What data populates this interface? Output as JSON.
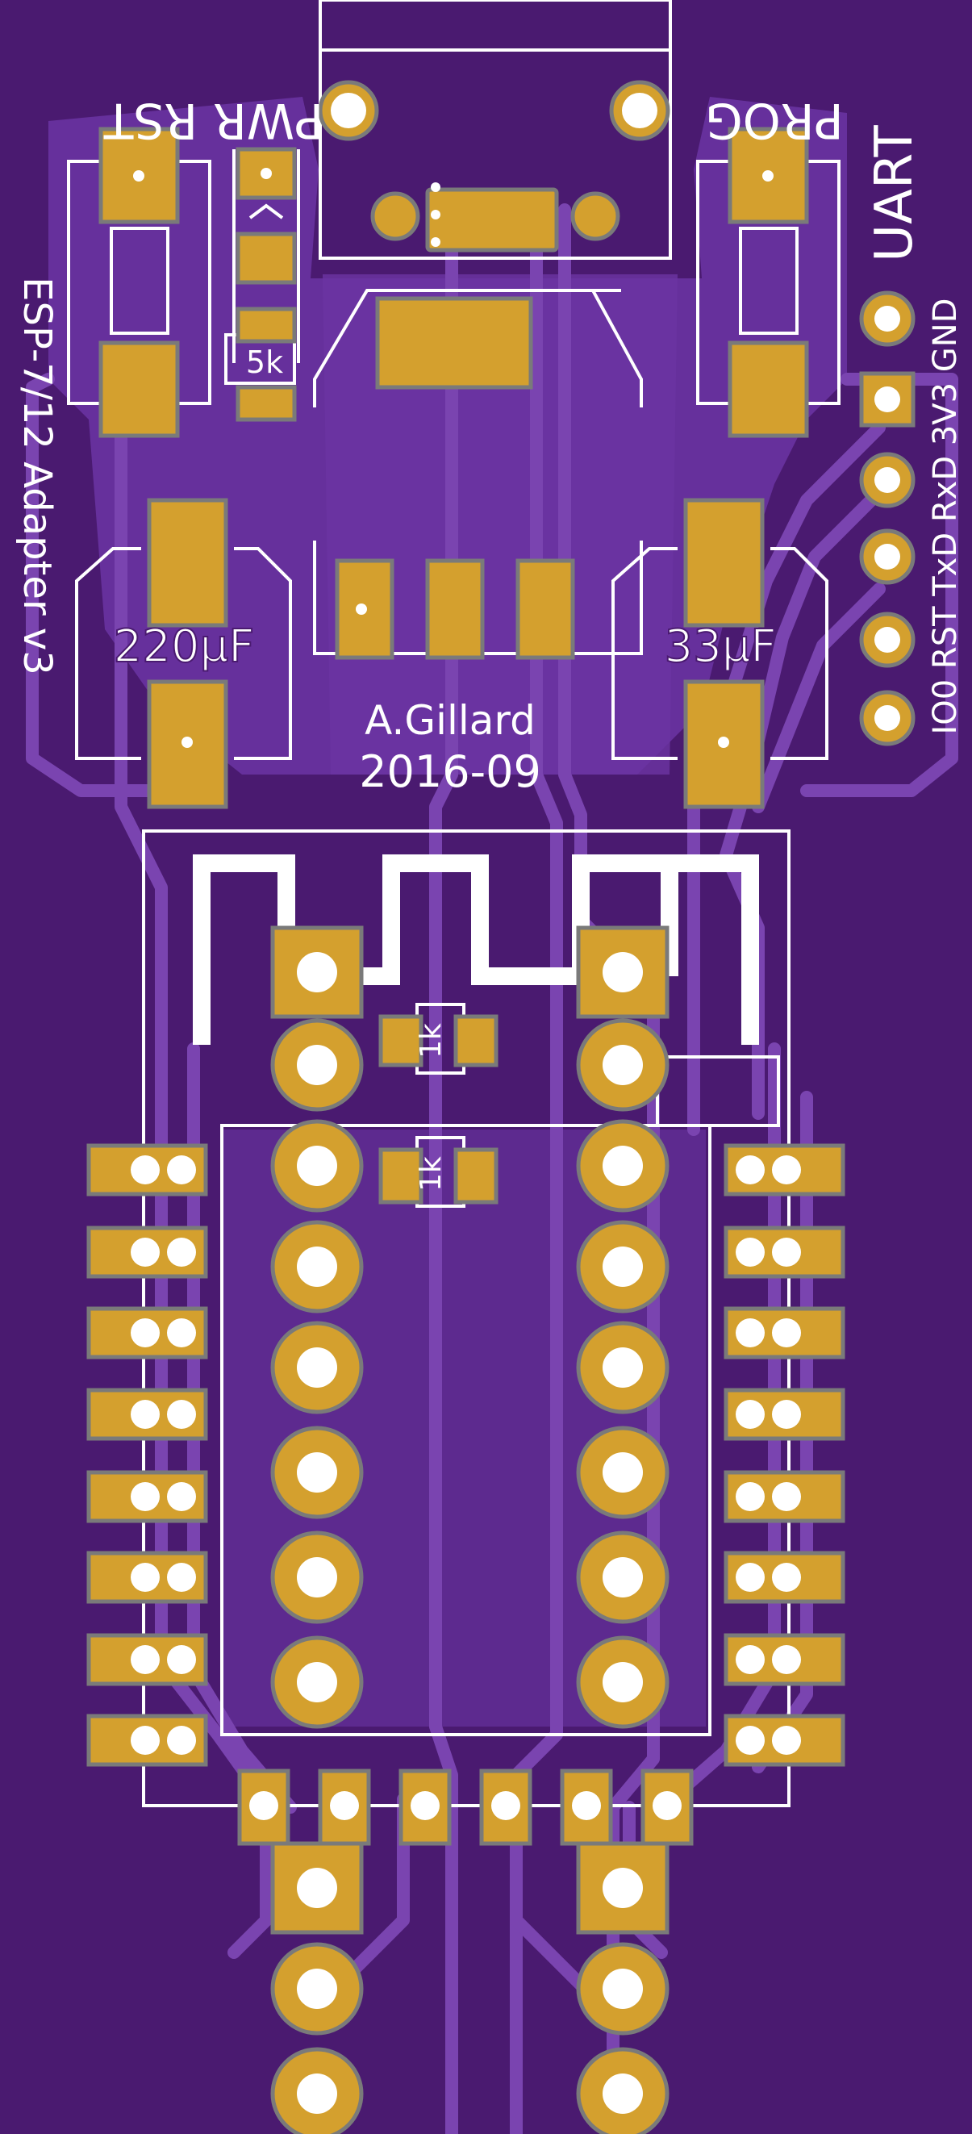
{
  "board": {
    "colors": {
      "soldermask": "#4a1a70",
      "pour": "#6b35a3",
      "trace": "#7a44b0",
      "copper": "#d4a02e",
      "silk": "#ffffff",
      "outline": "#7a7a7a"
    },
    "labels": {
      "pwr_rst": "PWR RST",
      "prog": "PROG",
      "uart": "UART",
      "title": "ESP-7/12 Adapter v3",
      "pin_labels": "IO0 RST TxD RxD 3V3 GND",
      "author": "A.Gillard",
      "date": "2016-09",
      "cap_left": "220µF",
      "cap_right": "33µF",
      "res_5k": "5k",
      "res_1k_a": "1k",
      "res_1k_b": "1k"
    }
  }
}
